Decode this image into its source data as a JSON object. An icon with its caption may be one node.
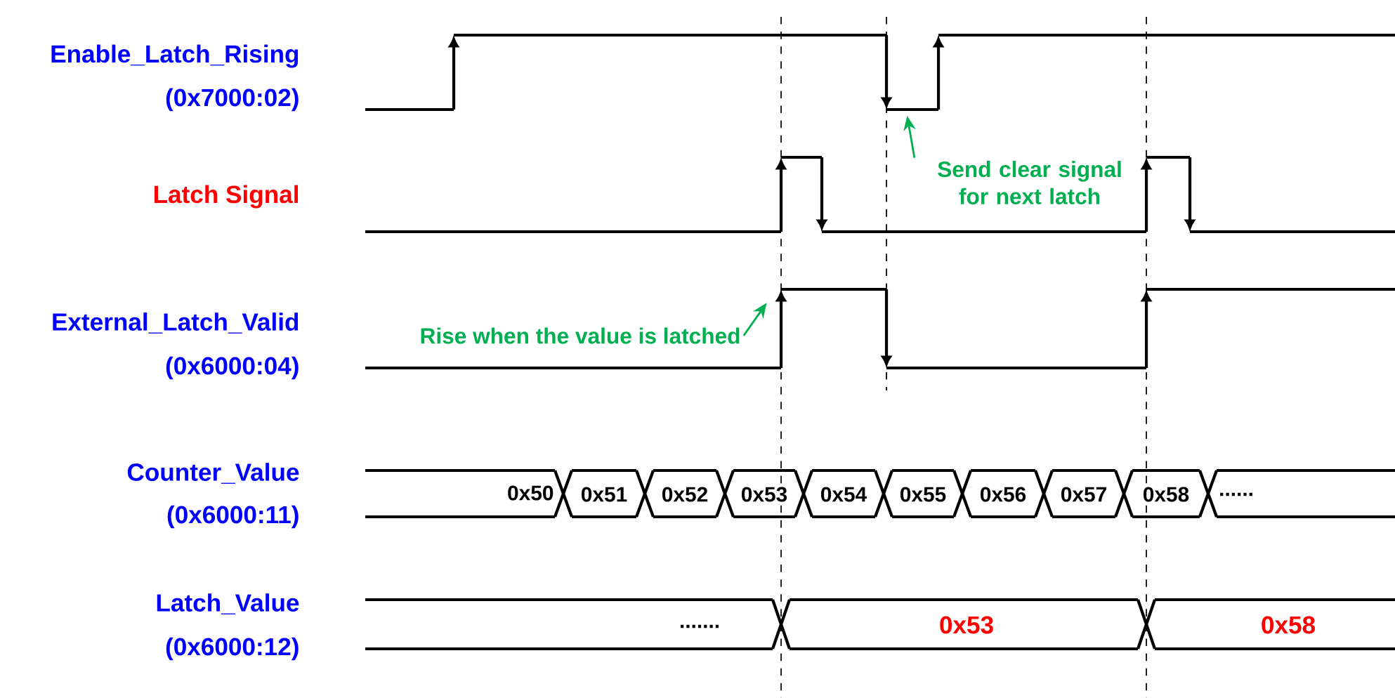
{
  "diagram": {
    "nodes": [
      {
        "text": [],
        "shape": "picture"
      },
      {
        "text": [],
        "shape": "picture"
      },
      {
        "text": [
          "Send clear signal for next latch"
        ],
        "in": 1
      },
      {
        "text": [],
        "shape": "picture"
      },
      {
        "text": [
          "Rise when the value is latched"
        ],
        "in": 3
      }
    ],
    "edges": [
      {
        "from": 2,
        "to": 0,
        "arrow": "to"
      },
      {
        "from": 4,
        "to": 3,
        "arrow": "to"
      }
    ],
    "labels": [
      "Enable_Latch_Rising",
      "(0x7000:02)",
      "Latch Signal",
      "External_Latch_Valid",
      "(0x6000:04)",
      "Counter_Value",
      "(0x6000:11)",
      "Latch_Value",
      "(0x6000:12)",
      "0x50",
      "0x51",
      "0x52",
      "0x53",
      "0x54",
      "0x55",
      "0x56",
      "0x57",
      "0x58",
      "......",
      ".......",
      "0x53",
      "0x58"
    ]
  }
}
